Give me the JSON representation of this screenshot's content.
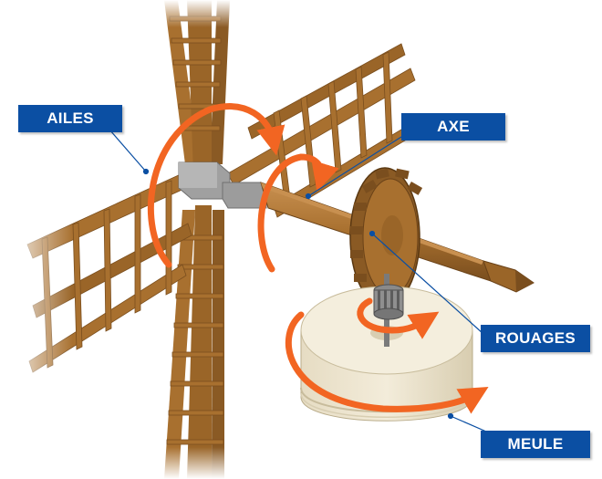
{
  "labels": {
    "ailes": "AILES",
    "axe": "AXE",
    "rouages": "ROUAGES",
    "meule": "MEULE"
  },
  "colors": {
    "wood": "#a8702f",
    "wood_dark": "#7a4e1e",
    "wood_light": "#c89050",
    "arrow": "#f26522",
    "label_bg": "#0b4fa3",
    "stone": "#ece4cf",
    "stone_dark": "#cbbf9f",
    "hub": "#9a9a9a"
  }
}
